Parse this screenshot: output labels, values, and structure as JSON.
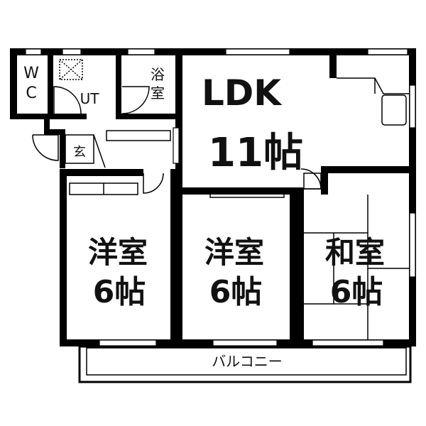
{
  "rooms": {
    "wc": {
      "line1": "W",
      "line2": "C"
    },
    "ut": {
      "label": "UT"
    },
    "bath": {
      "line1": "浴",
      "line2": "室"
    },
    "entrance": {
      "label": "玄"
    },
    "ldk": {
      "name": "LDK",
      "size": "11帖"
    },
    "western_room_1": {
      "name": "洋室",
      "size": "6帖"
    },
    "western_room_2": {
      "name": "洋室",
      "size": "6帖"
    },
    "japanese_room": {
      "name": "和室",
      "size": "6帖"
    },
    "balcony": {
      "label": "バルコニー"
    }
  },
  "colors": {
    "wall": "#000000",
    "background": "#ffffff",
    "text": "#111111"
  }
}
